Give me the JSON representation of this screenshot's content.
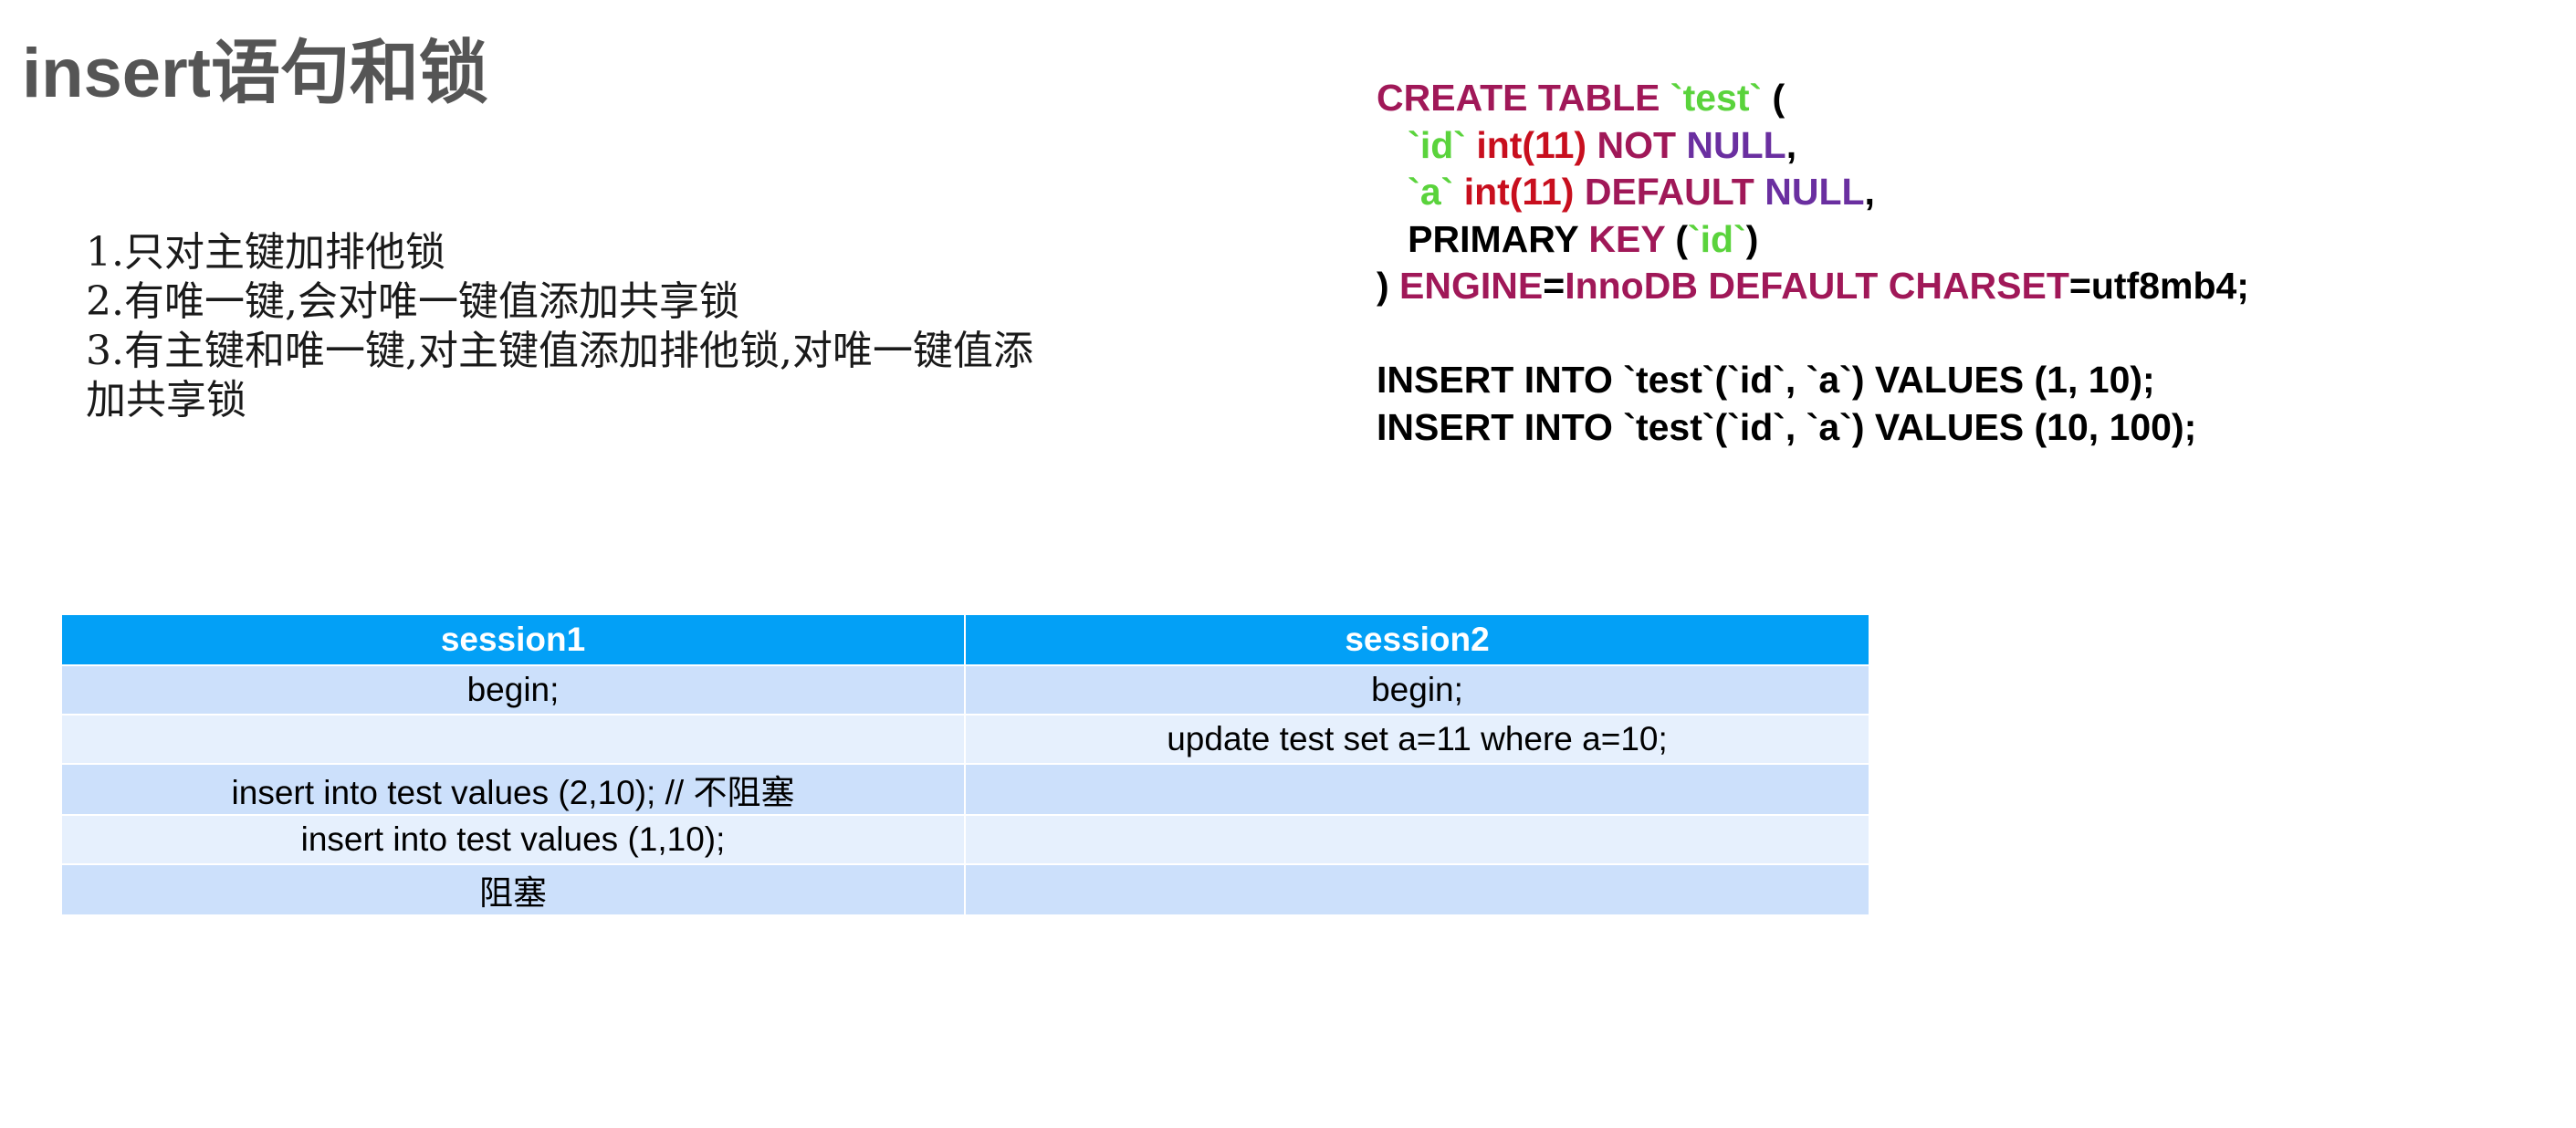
{
  "title": {
    "latin": "insert",
    "cjk": "语句和锁"
  },
  "notes": [
    "1.只对主键加排他锁",
    "2.有唯一键,会对唯一键值添加共享锁",
    "3.有主键和唯一键,对主键值添加排他锁,对唯一键值添加共享锁"
  ],
  "code": {
    "lines": [
      [
        {
          "t": "CREATE TABLE ",
          "c": "k"
        },
        {
          "t": "`test`",
          "c": "s"
        },
        {
          "t": " (",
          "c": "p"
        }
      ],
      [
        {
          "t": "   `id`",
          "c": "s"
        },
        {
          "t": " int(11)",
          "c": "t"
        },
        {
          "t": " NOT",
          "c": "k"
        },
        {
          "t": " NULL",
          "c": "n"
        },
        {
          "t": ",",
          "c": "p"
        }
      ],
      [
        {
          "t": "   `a`",
          "c": "s"
        },
        {
          "t": " int(11)",
          "c": "t"
        },
        {
          "t": " DEFAULT",
          "c": "k"
        },
        {
          "t": " NULL",
          "c": "n"
        },
        {
          "t": ",",
          "c": "p"
        }
      ],
      [
        {
          "t": "   PRIMARY ",
          "c": "p"
        },
        {
          "t": "KEY",
          "c": "k"
        },
        {
          "t": " (",
          "c": "p"
        },
        {
          "t": "`id`",
          "c": "s"
        },
        {
          "t": ")",
          "c": "p"
        }
      ],
      [
        {
          "t": ") ",
          "c": "p"
        },
        {
          "t": "ENGINE",
          "c": "k"
        },
        {
          "t": "=",
          "c": "p"
        },
        {
          "t": "InnoDB DEFAULT CHARSET",
          "c": "k"
        },
        {
          "t": "=utf8mb4;",
          "c": "p"
        }
      ],
      [],
      [
        {
          "t": "INSERT INTO `test`(`id`, `a`) VALUES (1, 10);",
          "c": "p"
        }
      ],
      [
        {
          "t": "INSERT INTO `test`(`id`, `a`) VALUES (10, 100);",
          "c": "p"
        }
      ]
    ]
  },
  "table": {
    "headers": [
      "session1",
      "session2"
    ],
    "rows": [
      [
        "begin;",
        "begin;"
      ],
      [
        "",
        "update test set a=11 where a=10;"
      ],
      [
        "insert into test values (2,10);  // 不阻塞",
        ""
      ],
      [
        "insert into test values (1,10);",
        ""
      ],
      [
        "阻塞",
        ""
      ]
    ]
  },
  "colors": {
    "header_bg": "#03a0f6",
    "row_odd": "#cce0fb",
    "row_even": "#e6f0fd",
    "keyword": "#a01858",
    "identifier": "#5ad33c",
    "type": "#c80f1e",
    "null": "#6a2fa0"
  }
}
